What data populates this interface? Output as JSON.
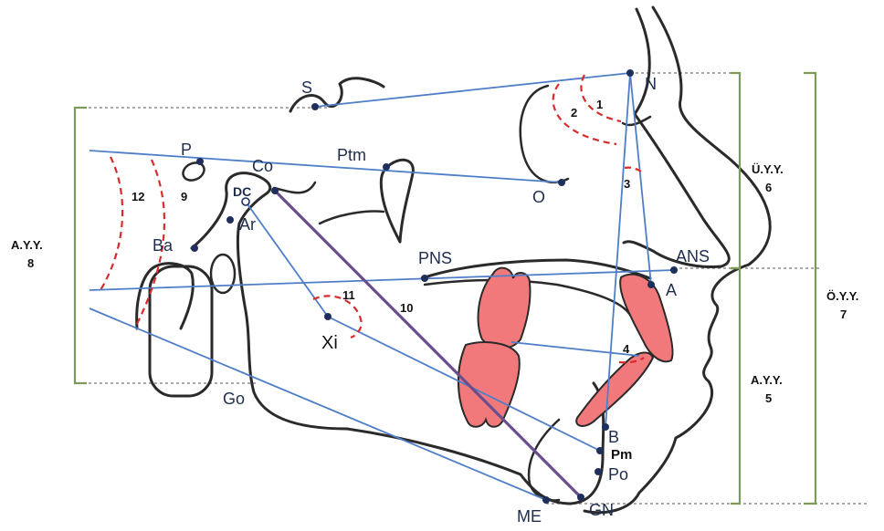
{
  "points": {
    "S": "S",
    "N": "N",
    "P": "P",
    "Co": "Co",
    "Ptm": "Ptm",
    "O": "O",
    "DC": "DC",
    "Ar": "Ar",
    "Ba": "Ba",
    "PNS": "PNS",
    "ANS": "ANS",
    "A": "A",
    "Xi": "Xi",
    "Go": "Go",
    "B": "B",
    "Pm": "Pm",
    "Po": "Po",
    "ME": "ME",
    "GN": "GN"
  },
  "angles": {
    "a1": "1",
    "a2": "2",
    "a3": "3",
    "a4": "4",
    "a9": "9",
    "a10": "10",
    "a11": "11",
    "a12": "12"
  },
  "measurements": {
    "uyy": "Ü.Y.Y.",
    "uyy_num": "6",
    "ayy_right": "A.Y.Y.",
    "ayy_right_num": "5",
    "oyy": "Ö.Y.Y.",
    "oyy_num": "7",
    "ayy_left": "A.Y.Y.",
    "ayy_left_num": "8"
  },
  "colors": {
    "reference_lines": "#4f7ec9",
    "angle_arcs": "#d92b2b",
    "brackets": "#7c9b57",
    "teeth": "#f2797b",
    "outline": "#2a2a2a"
  }
}
